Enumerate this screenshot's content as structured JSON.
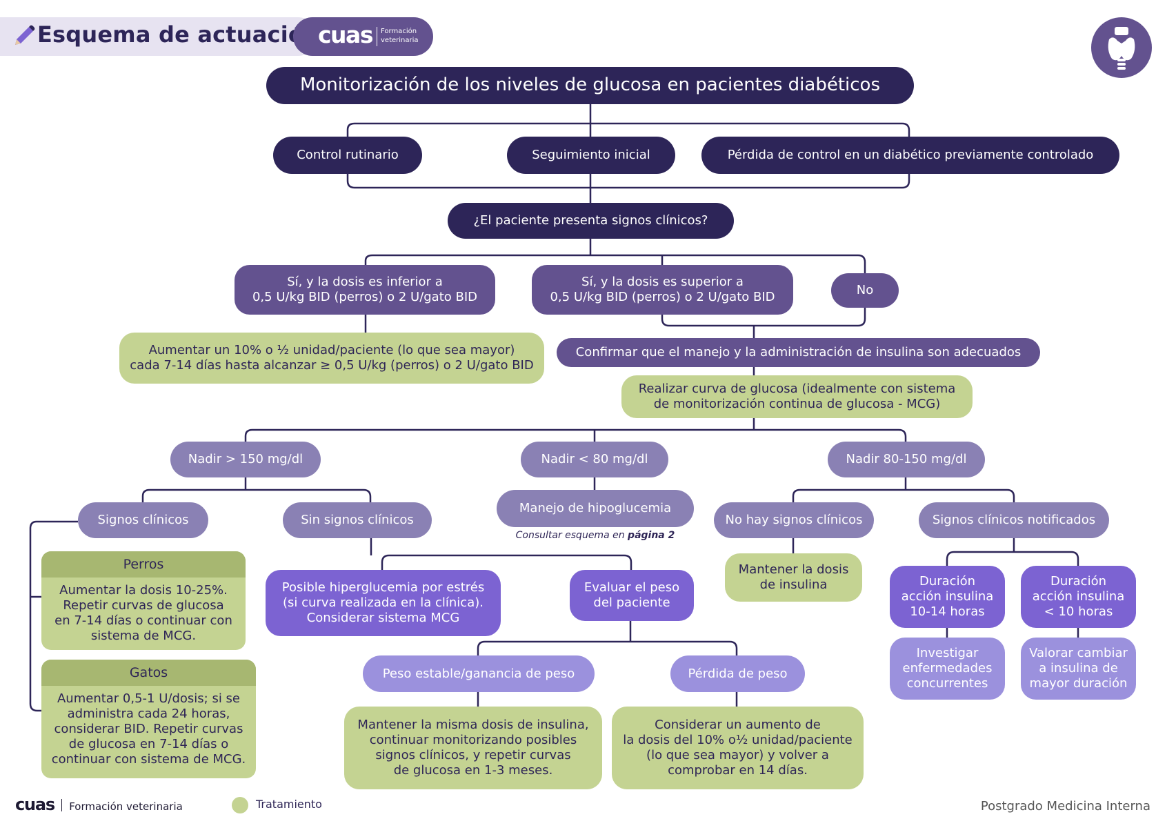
{
  "header": {
    "badge_title": "Esquema de actuación",
    "logo_word": "cuas",
    "logo_sub_1": "Formación",
    "logo_sub_2": "veterinaria"
  },
  "main_title": "Monitorización de los niveles de glucosa en pacientes diabéticos",
  "triggers": [
    "Control rutinario",
    "Seguimiento inicial",
    "Pérdida de control en un diabético previamente controlado"
  ],
  "question": "¿El paciente presenta signos clínicos?",
  "answers": {
    "yes_low_1": "Sí, y la dosis es inferior a",
    "yes_low_2": "0,5 U/kg BID (perros) o 2 U/gato BID",
    "yes_high_1": "Sí, y la dosis es superior a",
    "yes_high_2": "0,5 U/kg BID (perros) o 2 U/gato BID",
    "no": "No"
  },
  "increase_dose_1": "Aumentar un 10% o ½ unidad/paciente (lo que sea mayor)",
  "increase_dose_2": "cada 7-14 días hasta alcanzar ≥ 0,5 U/kg (perros) o 2 U/gato BID",
  "confirm_insulin": "Confirmar que el manejo y la administración de insulina son adecuados",
  "glucose_curve_1": "Realizar curva de glucosa (idealmente con sistema",
  "glucose_curve_2": "de monitorización continua de glucosa - MCG)",
  "nadir": {
    "high": "Nadir > 150 mg/dl",
    "low": "Nadir < 80 mg/dl",
    "mid": "Nadir 80-150 mg/dl"
  },
  "high_branch": {
    "signs": "Signos clínicos",
    "no_signs": "Sin signos clínicos",
    "dogs_title": "Perros",
    "dogs_text": "Aumentar la dosis 10-25%. Repetir curvas de glucosa en 7-14 días o continuar con sistema de MCG.",
    "cats_title": "Gatos",
    "cats_text": "Aumentar 0,5-1 U/dosis; si se administra cada 24 horas, considerar BID. Repetir curvas de glucosa en 7-14 días o continuar con sistema de MCG.",
    "stress_1": "Posible hiperglucemia por estrés",
    "stress_2": "(si curva realizada en la clínica).",
    "stress_3": "Considerar sistema MCG",
    "weight_1": "Evaluar el peso",
    "weight_2": "del paciente",
    "stable_weight": "Peso estable/ganancia de peso",
    "weight_loss": "Pérdida de peso",
    "keep_dose_1": "Mantener la misma dosis de insulina,",
    "keep_dose_2": "continuar monitorizando posibles",
    "keep_dose_3": "signos clínicos, y repetir curvas",
    "keep_dose_4": "de glucosa en 1-3 meses.",
    "raise_1": "Considerar un aumento de",
    "raise_2": "la dosis del 10% o½ unidad/paciente",
    "raise_3": "(lo que sea mayor) y volver a",
    "raise_4": "comprobar en 14 días."
  },
  "low_branch": {
    "hypo": "Manejo de hipoglucemia",
    "note_prefix": "Consultar esquema en",
    "note_page": "página 2"
  },
  "mid_branch": {
    "no_signs": "No hay signos clínicos",
    "signs": "Signos clínicos notificados",
    "keep_1": "Mantener la dosis",
    "keep_2": "de insulina",
    "dur_long_1": "Duración",
    "dur_long_2": "acción insulina",
    "dur_long_3": "10-14 horas",
    "dur_short_1": "Duración",
    "dur_short_2": "acción insulina",
    "dur_short_3": "< 10 horas",
    "investigate_1": "Investigar",
    "investigate_2": "enfermedades",
    "investigate_3": "concurrentes",
    "switch_1": "Valorar cambiar",
    "switch_2": "a insulina de",
    "switch_3": "mayor duración"
  },
  "footer": {
    "logo_word": "cuas",
    "logo_text": "Formación veterinaria",
    "legend_label": "Tratamiento",
    "right_text": "Postgrado Medicina Interna"
  },
  "colors": {
    "dark": "#2d2558",
    "mid": "#63528f",
    "lavender": "#8a81b4",
    "violet": "#7c63d2",
    "periwinkle": "#9b91dd",
    "green": "#c4d392",
    "green_header": "#a7b771"
  },
  "icons": [
    "pencil-icon",
    "thyroid-icon"
  ]
}
